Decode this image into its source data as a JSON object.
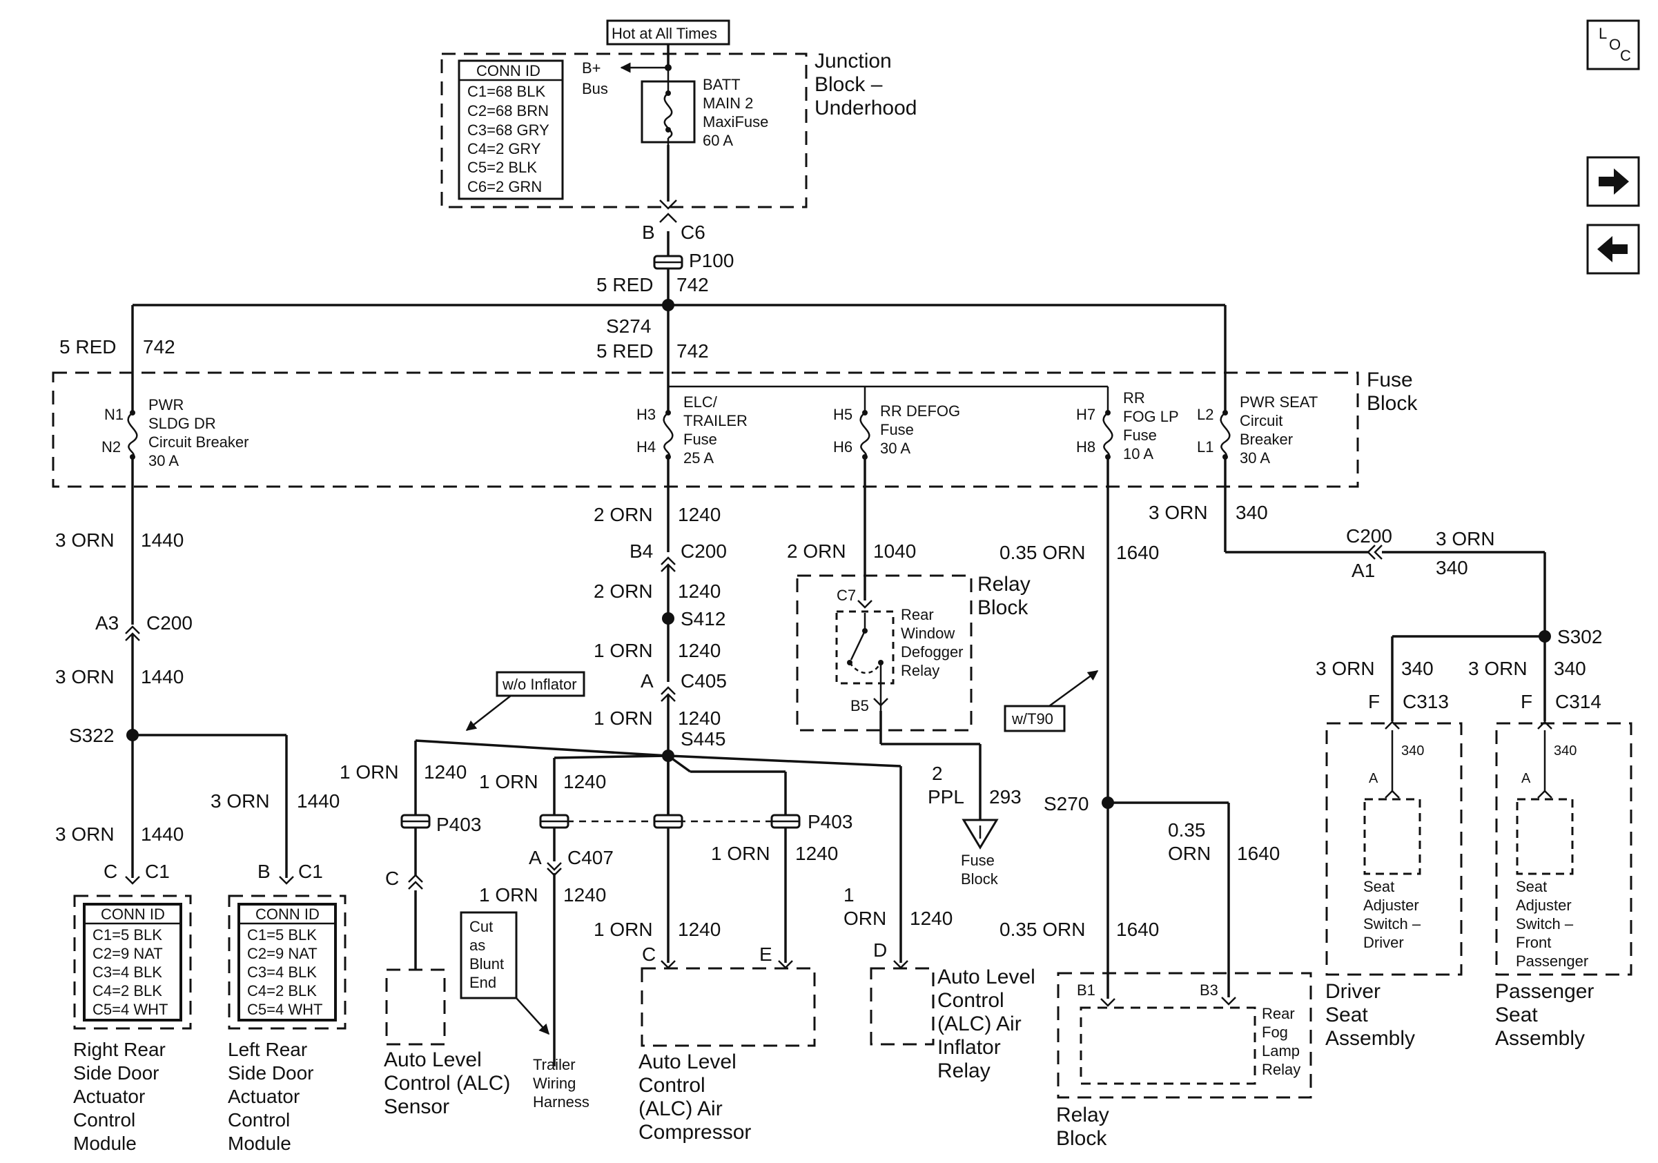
{
  "hot": "Hot at All Times",
  "loc": {
    "l": "L",
    "o": "O",
    "c": "C"
  },
  "nav": {
    "forward": "forward-arrow-icon",
    "back": "back-arrow-icon"
  },
  "jb": {
    "conn_title": "CONN ID",
    "conn_rows": [
      "C1=68 BLK",
      "C2=68 BRN",
      "C3=68 GRY",
      "C4=2 GRY",
      "C5=2 BLK",
      "C6=2 GRN"
    ],
    "bplus": [
      "B+",
      "Bus"
    ],
    "fuse": [
      "BATT",
      "MAIN 2",
      "MaxiFuse",
      "60 A"
    ],
    "name": [
      "Junction",
      "Block –",
      "Underhood"
    ],
    "pin_b": "B",
    "conn_c6": "C6",
    "p100": "P100",
    "w_5red": "5 RED",
    "w_742": "742"
  },
  "bus": {
    "s274": "S274",
    "w_5red": "5 RED",
    "w_742": "742"
  },
  "fuse_block": {
    "name": [
      "Fuse",
      "Block"
    ],
    "pwr_sldg": {
      "pin1": "N1",
      "pin2": "N2",
      "label": [
        "PWR",
        "SLDG DR",
        "Circuit Breaker",
        "30 A"
      ]
    },
    "elc": {
      "pin1": "H3",
      "pin2": "H4",
      "label": [
        "ELC/",
        "TRAILER",
        "Fuse",
        "25 A"
      ]
    },
    "rr_defog": {
      "pin1": "H5",
      "pin2": "H6",
      "label": [
        "RR DEFOG",
        "Fuse",
        "30 A"
      ]
    },
    "rr_fog": {
      "pin1": "H7",
      "pin2": "H8",
      "label": [
        "RR",
        "FOG LP",
        "Fuse",
        "10 A"
      ]
    },
    "pwr_seat": {
      "pin1": "L2",
      "pin2": "L1",
      "label": [
        "PWR SEAT",
        "Circuit",
        "Breaker",
        "30 A"
      ]
    }
  },
  "left": {
    "w_5red": "5 RED",
    "w_742": "742",
    "w_3orn_a": "3 ORN",
    "c1440_a": "1440",
    "a3": "A3",
    "c200": "C200",
    "w_3orn_b": "3 ORN",
    "c1440_b": "1440",
    "s322": "S322",
    "w_3orn_c": "3 ORN",
    "c1440_c": "1440",
    "w_3orn_d": "3 ORN",
    "c1440_d": "1440",
    "pin_c": "C",
    "c1_a": "C1",
    "pin_b": "B",
    "c1_b": "C1"
  },
  "right_mod": {
    "conn_title": "CONN ID",
    "conn_rows": [
      "C1=5 BLK",
      "C2=9 NAT",
      "C3=4 BLK",
      "C4=2 BLK",
      "C5=4 WHT"
    ],
    "name": [
      "Right Rear",
      "Side Door",
      "Actuator",
      "Control",
      "Module"
    ]
  },
  "left_mod": {
    "conn_title": "CONN ID",
    "conn_rows": [
      "C1=5 BLK",
      "C2=9 NAT",
      "C3=4 BLK",
      "C4=2 BLK",
      "C5=4 WHT"
    ],
    "name": [
      "Left Rear",
      "Side Door",
      "Actuator",
      "Control",
      "Module"
    ]
  },
  "center": {
    "w_2orn_a": "2 ORN",
    "c1240_a": "1240",
    "b4": "B4",
    "c200": "C200",
    "w_2orn_b": "2 ORN",
    "c1240_b": "1240",
    "s412": "S412",
    "w_1orn_a": "1 ORN",
    "c1240_c": "1240",
    "pin_a": "A",
    "c405": "C405",
    "w_1orn_b": "1 ORN",
    "c1240_d": "1240",
    "s445": "S445",
    "wo_inflator": "w/o Inflator",
    "w_1orn_c": "1 ORN",
    "c1240_e": "1240",
    "w_1orn_d": "1 ORN",
    "c1240_f": "1240",
    "p403_a": "P403",
    "p403_b": "P403",
    "pin_c_sensor": "C",
    "pin_a_c407": "A",
    "c407": "C407",
    "w_1orn_e": "1 ORN",
    "c1240_g": "1240",
    "w_1orn_f": "1 ORN",
    "c1240_h": "1240",
    "w_1orn_g": "1 ORN",
    "c1240_i": "1240",
    "pin_c_comp": "C",
    "pin_e_comp": "E",
    "w_1_top": "1",
    "w_orn_low": "ORN",
    "c1240_j": "1240",
    "pin_d": "D",
    "cut": [
      "Cut",
      "as",
      "Blunt",
      "End"
    ],
    "trailer": [
      "Trailer",
      "Wiring",
      "Harness"
    ],
    "sensor": [
      "Auto Level",
      "Control (ALC)",
      "Sensor"
    ],
    "compressor": [
      "Auto Level",
      "Control",
      "(ALC) Air",
      "Compressor"
    ],
    "inflator": [
      "Auto Level",
      "Control",
      "(ALC) Air",
      "Inflator",
      "Relay"
    ]
  },
  "defog": {
    "w_2orn": "2 ORN",
    "c1040": "1040",
    "c7": "C7",
    "relay_name": [
      "Rear",
      "Window",
      "Defogger",
      "Relay"
    ],
    "block_name": [
      "Relay",
      "Block"
    ],
    "b5": "B5",
    "w_2": "2",
    "w_ppl": "PPL",
    "c293": "293",
    "ground_name": [
      "Fuse",
      "Block"
    ]
  },
  "fog": {
    "w_035_a": "0.35 ORN",
    "c1640_a": "1640",
    "wt90": "w/T90",
    "s270": "S270",
    "w_035_b": "0.35",
    "w_orn_b": "ORN",
    "c1640_b": "1640",
    "w_035_c": "0.35 ORN",
    "c1640_c": "1640",
    "b1": "B1",
    "b3": "B3",
    "relay_name": [
      "Rear",
      "Fog",
      "Lamp",
      "Relay"
    ],
    "block_name": [
      "Relay",
      "Block"
    ]
  },
  "seat": {
    "w_3orn_a": "3 ORN",
    "c340_a": "340",
    "c200": "C200",
    "a1": "A1",
    "w_3orn_b": "3 ORN",
    "c340_b": "340",
    "s302": "S302",
    "w_3orn_c": "3 ORN",
    "c340_c": "340",
    "w_3orn_d": "3 ORN",
    "c340_d": "340",
    "pin_f_a": "F",
    "c313": "C313",
    "pin_f_b": "F",
    "c314": "C314",
    "c340_e": "340",
    "c340_f": "340",
    "pin_a_a": "A",
    "pin_a_b": "A",
    "driver_switch": [
      "Seat",
      "Adjuster",
      "Switch –",
      "Driver"
    ],
    "pass_switch": [
      "Seat",
      "Adjuster",
      "Switch –",
      "Front",
      "Passenger"
    ],
    "driver_assy": [
      "Driver",
      "Seat",
      "Assembly"
    ],
    "pass_assy": [
      "Passenger",
      "Seat",
      "Assembly"
    ]
  }
}
